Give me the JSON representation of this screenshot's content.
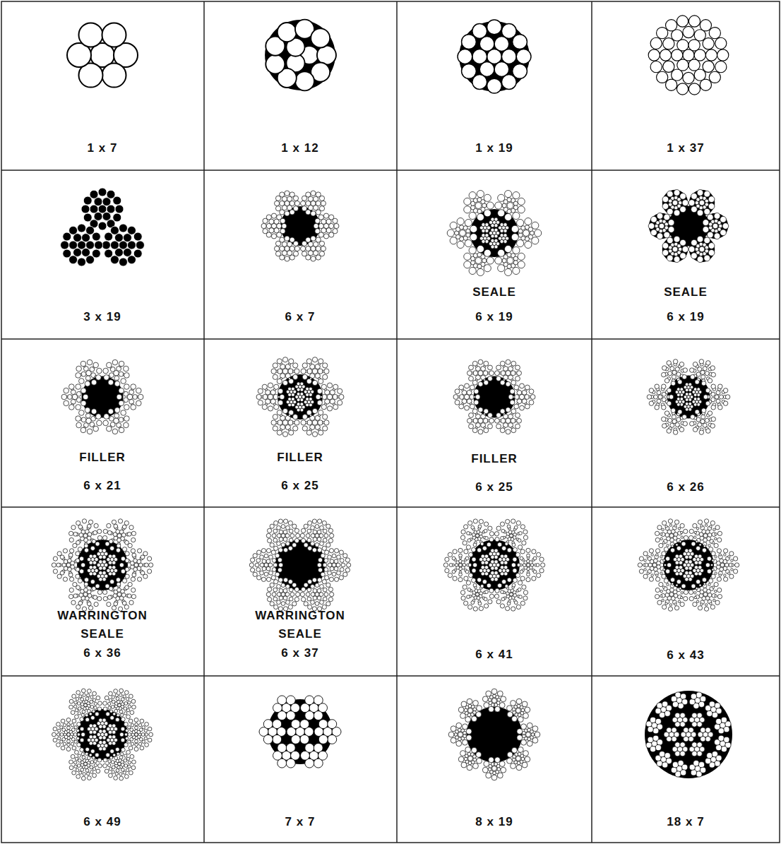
{
  "diagram": {
    "labels": [
      "1 x 7",
      "1 x 12",
      "1 x 19",
      "1 x 37",
      "3 x 19",
      "6 x 7",
      "SEALE",
      "6 x 19",
      "SEALE",
      "6 x 19",
      "FILLER",
      "6 x 21",
      "FILLER",
      "6 x 25",
      "FILLER",
      "6 x 25",
      "6 x 26",
      "WARRINGTON SEALE",
      "6 x 36",
      "WARRINGTON SEALE",
      "6 x 37",
      "6 x 41",
      "6 x 43",
      "6 x 49",
      "7 x 7",
      "8 x 19",
      "18 x 7"
    ]
  }
}
